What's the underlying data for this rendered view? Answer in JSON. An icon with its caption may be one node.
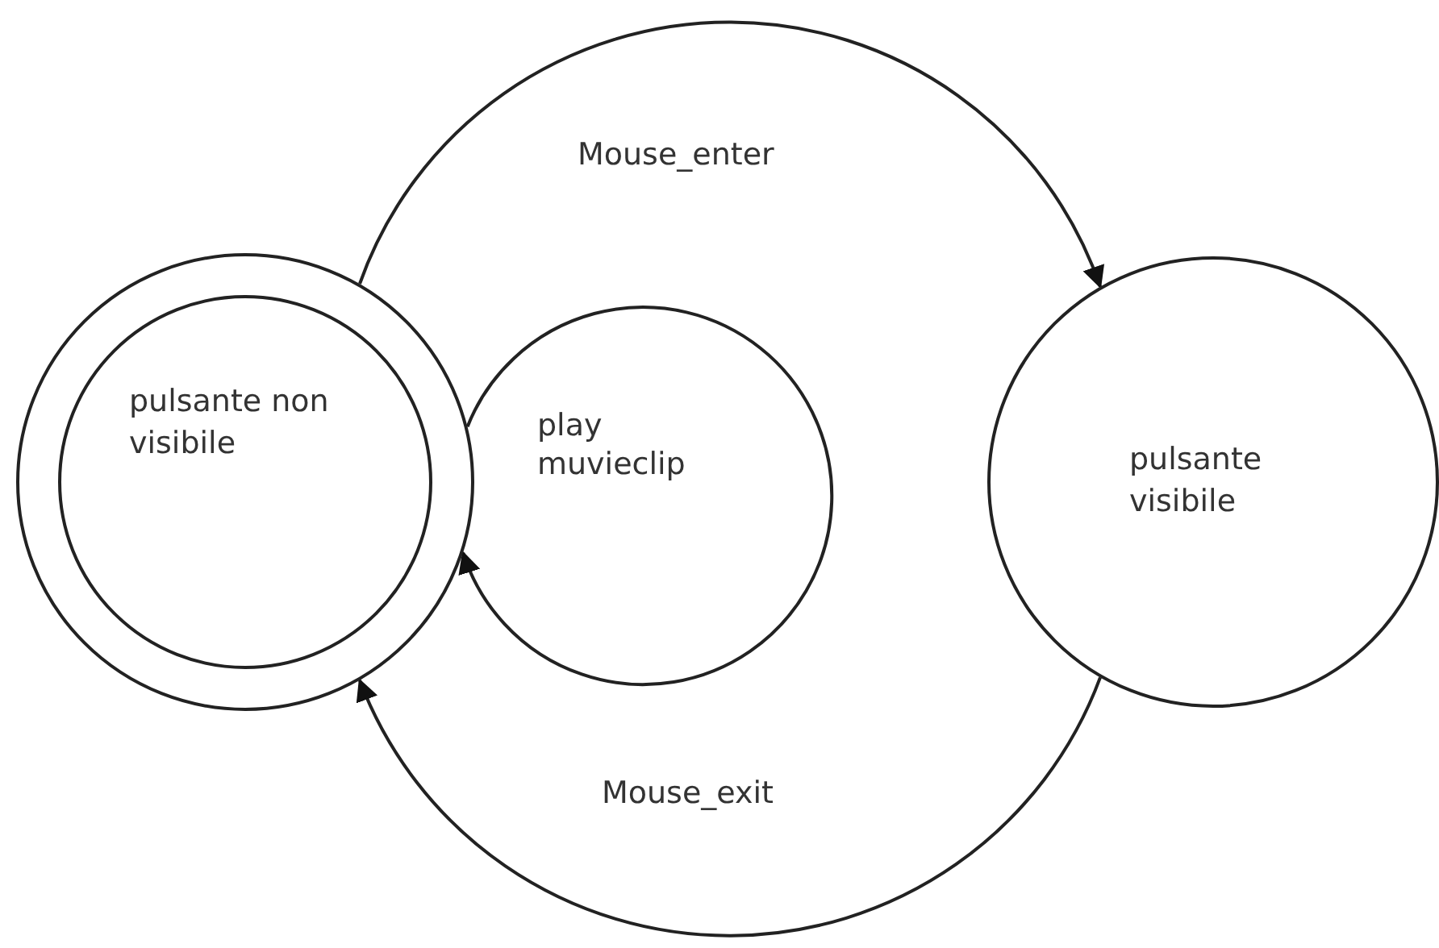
{
  "diagram": {
    "nodes": [
      {
        "text": [
          "pulsante non visibile"
        ]
      },
      {
        "text": [
          "pulsante visibile"
        ]
      }
    ],
    "edges": [
      {
        "from": 0,
        "to": 1,
        "arrow": "to",
        "label": "Mouse_enter"
      },
      {
        "from": 0,
        "to": 0,
        "arrow": "to",
        "label": "play muvieclip"
      },
      {
        "from": 1,
        "to": 0,
        "arrow": "to",
        "label": "Mouse_exit"
      }
    ]
  }
}
